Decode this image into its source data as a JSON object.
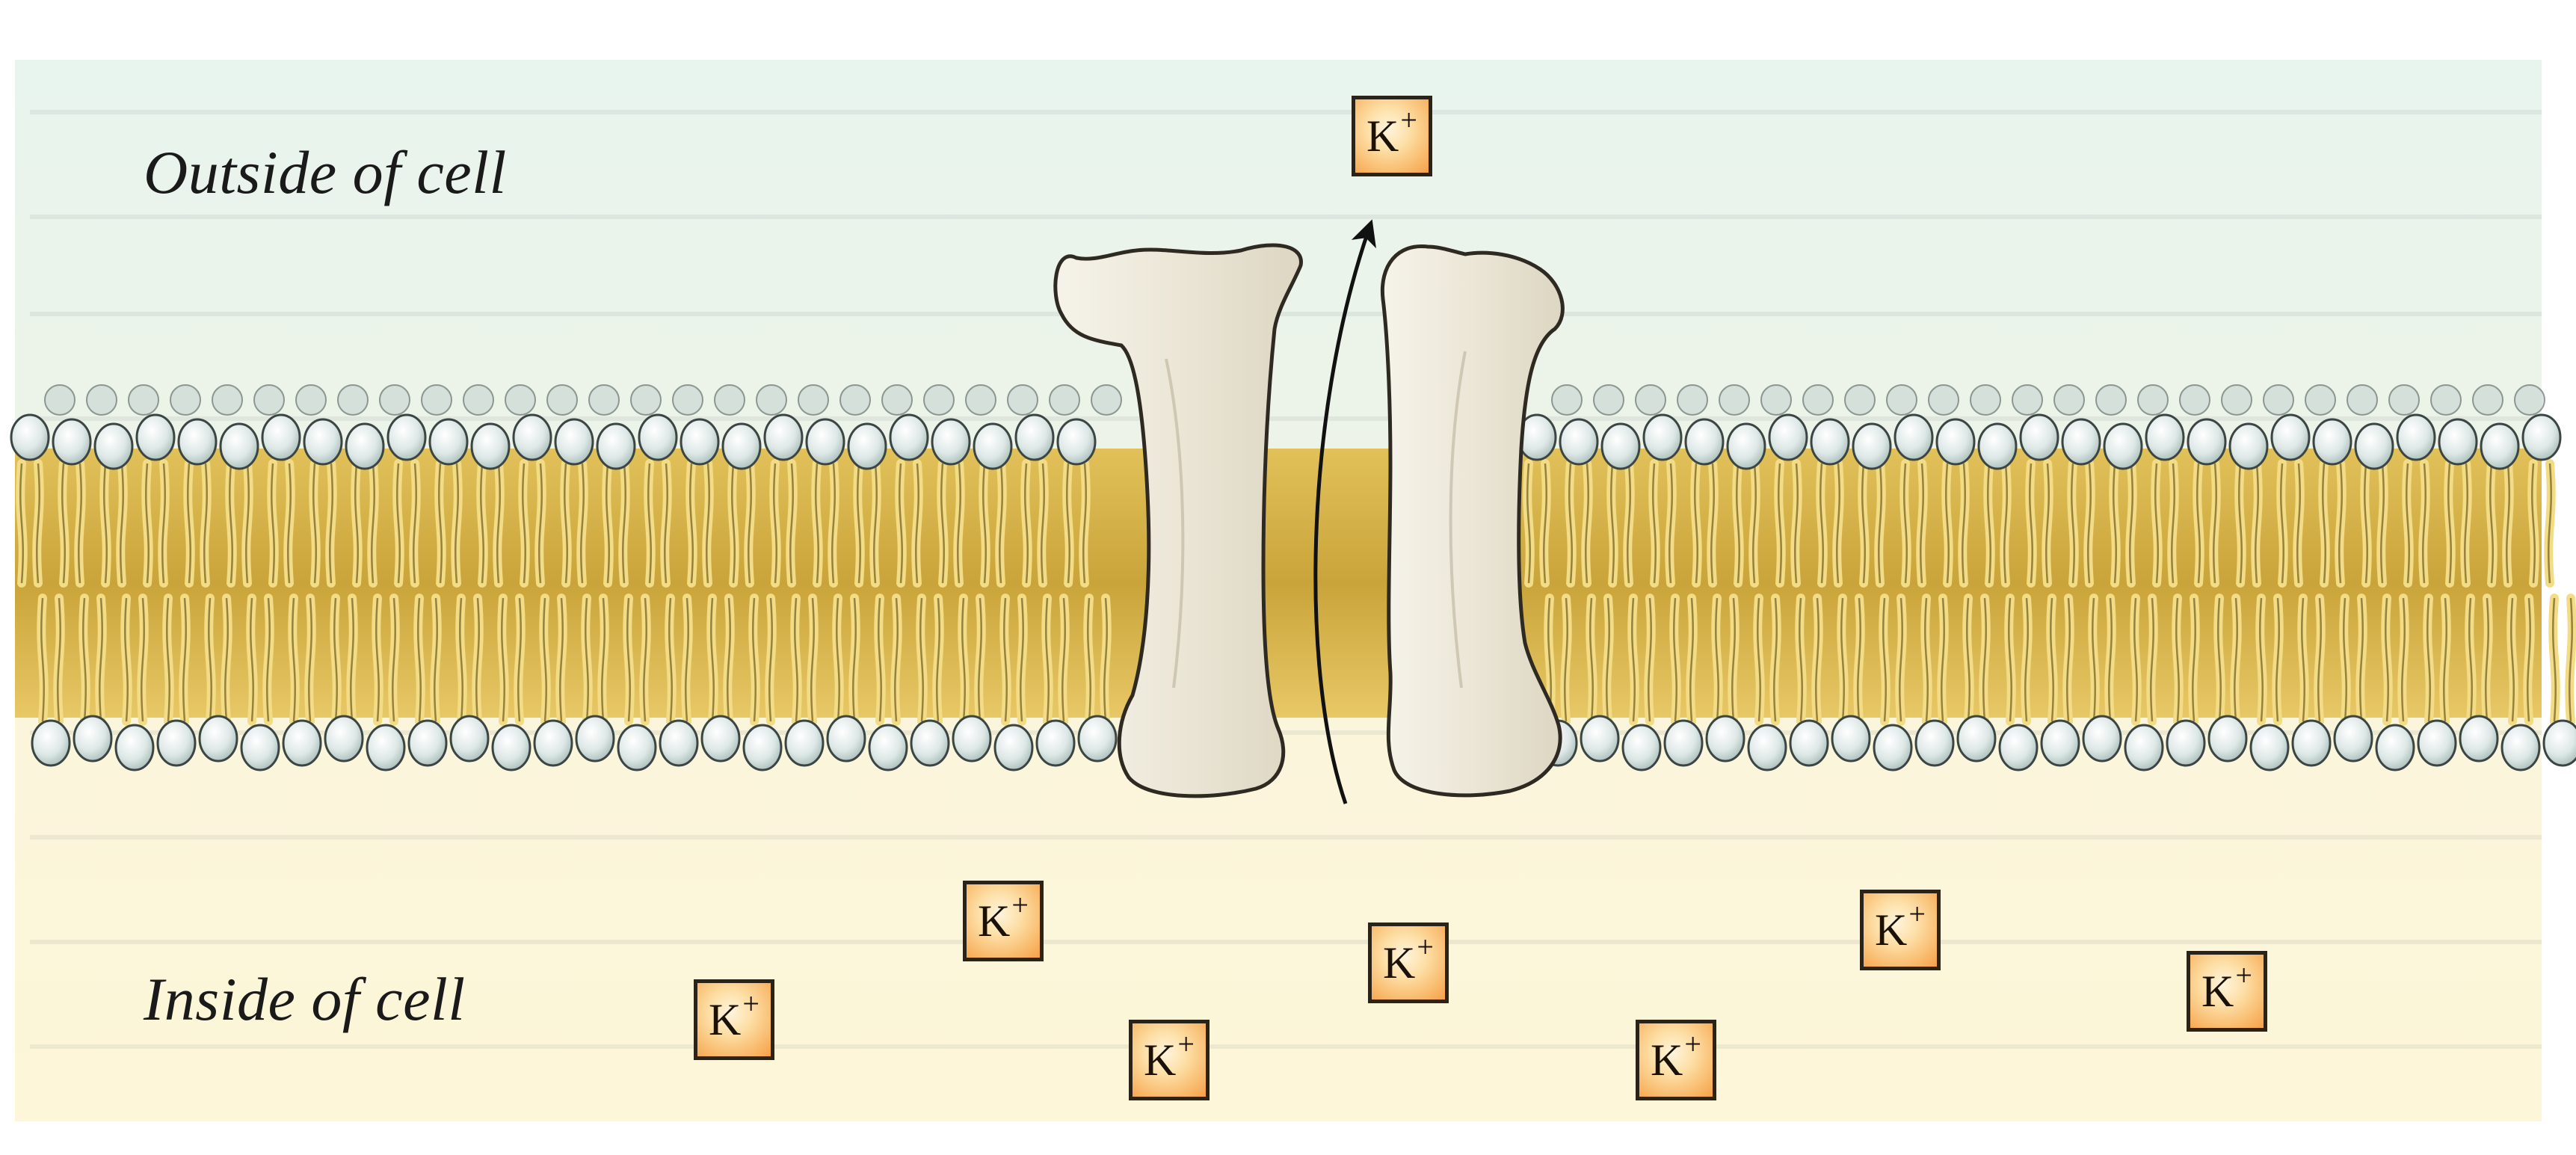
{
  "labels": {
    "outside": "Outside of cell",
    "inside": "Inside of cell"
  },
  "ion": {
    "symbol": "K",
    "charge": "+"
  },
  "colors": {
    "outside_fluid": "#e8f4ee",
    "inside_fluid": "#fdf6d8",
    "phospholipid_head": "#d9e4e2",
    "phospholipid_tail": "#e8c45a",
    "channel_protein": "#ece8da",
    "ion_fill": "#f8b463"
  }
}
